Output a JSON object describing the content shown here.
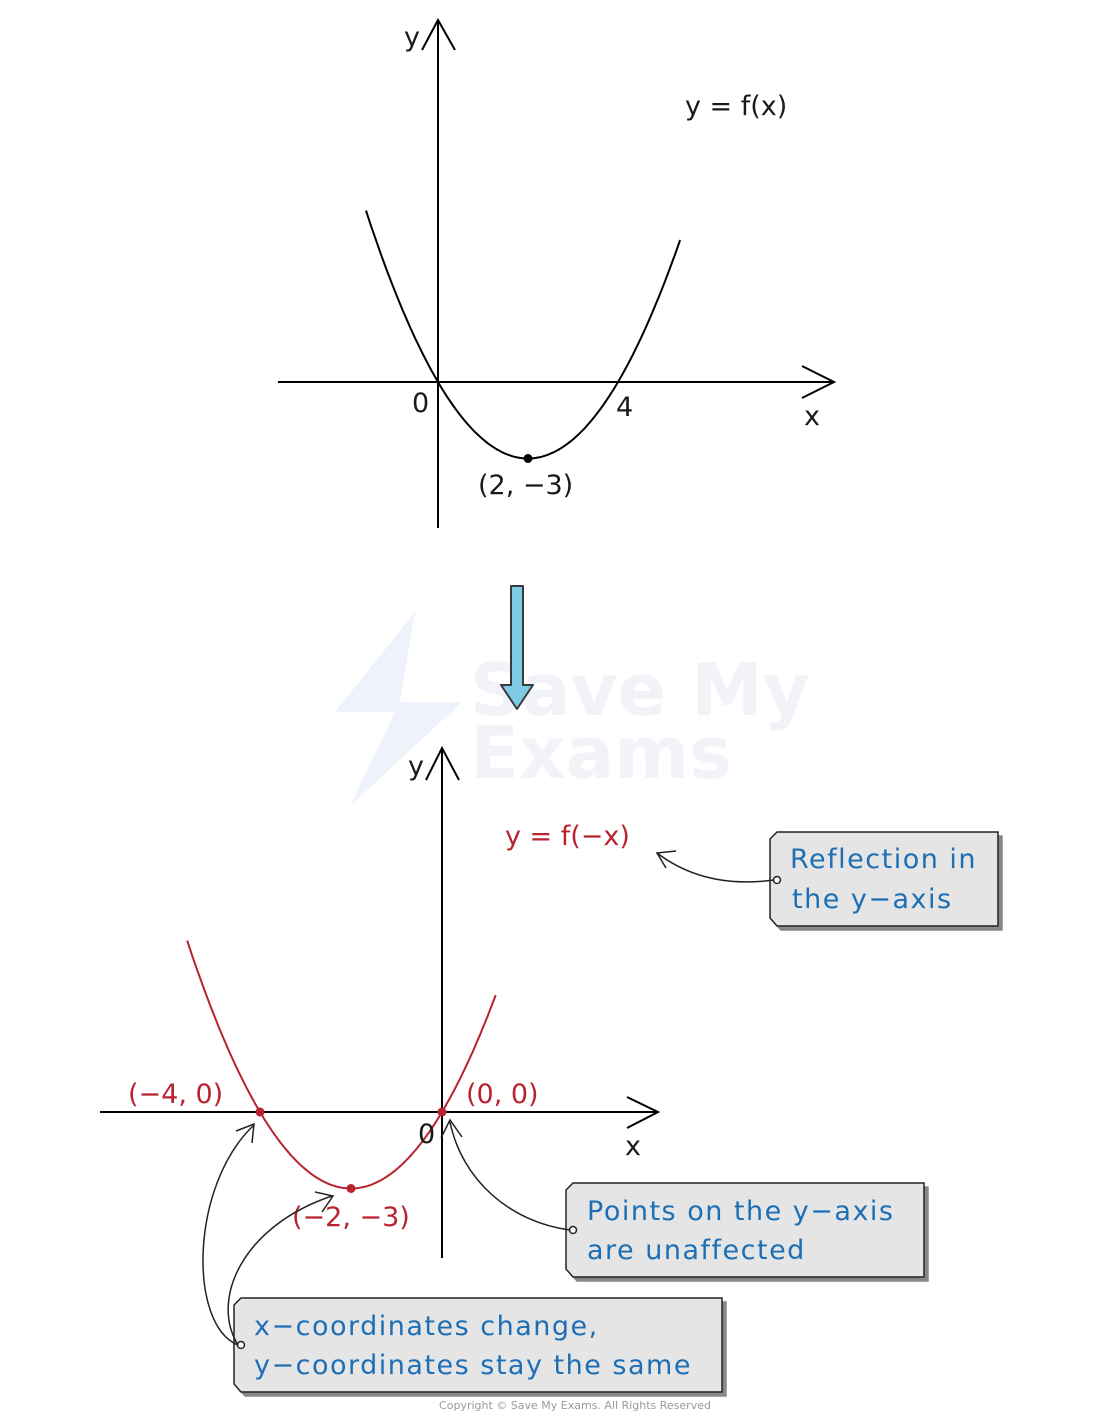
{
  "top_graph": {
    "y_axis_label": "y",
    "x_axis_label": "x",
    "origin_label": "0",
    "curve_label": "y = f(x)",
    "root_label": "4",
    "vertex_label": "(2, −3)",
    "function": {
      "roots": [
        0,
        4
      ],
      "vertex": [
        2,
        -3
      ]
    },
    "curve_color": "#000000"
  },
  "arrow": {
    "color": "#7ecbe6"
  },
  "bottom_graph": {
    "y_axis_label": "y",
    "x_axis_label": "x",
    "origin_label": "0",
    "curve_label": "y = f(−x)",
    "point_labels": {
      "left_root": "(−4, 0)",
      "origin": "(0, 0)",
      "vertex": "(−2, −3)"
    },
    "function": {
      "roots": [
        -4,
        0
      ],
      "vertex": [
        -2,
        -3
      ]
    },
    "curve_color": "#b8232f"
  },
  "notes": {
    "reflection": {
      "line1": "Reflection in",
      "line2": "the y−axis"
    },
    "unaffected": {
      "line1": "Points on the y−axis",
      "line2": "are unaffected"
    },
    "coordinates": {
      "line1": "x−coordinates change,",
      "line2": "y−coordinates stay the same"
    }
  },
  "watermark": {
    "line1": "Save My",
    "line2": "Exams"
  },
  "copyright": "Copyright © Save My Exams. All Rights Reserved"
}
